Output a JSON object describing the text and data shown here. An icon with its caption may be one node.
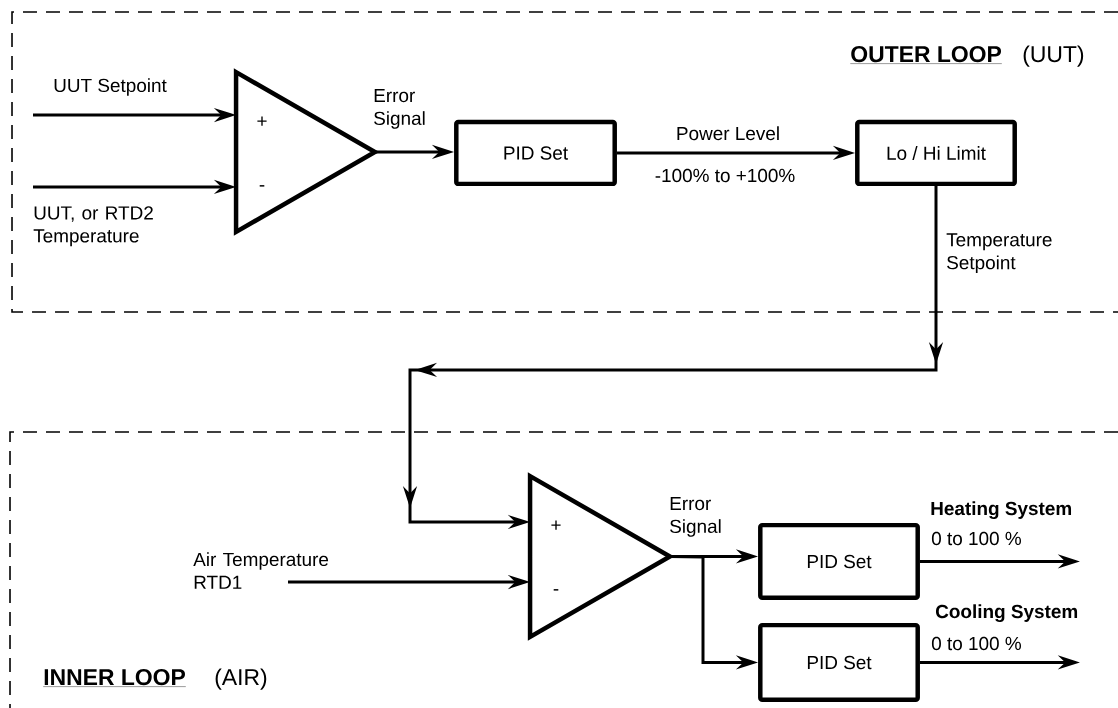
{
  "diagram": {
    "nodes": [
      {
        "text": [
          "OUTER LOOP",
          "(UUT)"
        ]
      },
      {
        "text": [
          "UUT Setpoint"
        ],
        "in": 0
      },
      {
        "text": [
          "UUT, or RTD2 Temperature"
        ],
        "in": 0
      },
      {
        "text": [
          "+",
          "-"
        ],
        "in": 0
      },
      {
        "text": [
          "PID Set"
        ],
        "in": 0
      },
      {
        "text": [
          "Lo / Hi Limit"
        ],
        "in": 0
      },
      {
        "text": [
          "INNER LOOP",
          "(AIR)"
        ]
      },
      {
        "text": [
          "Air Temperature RTD1"
        ],
        "in": 6
      },
      {
        "text": [
          "+",
          "-"
        ],
        "in": 6
      },
      {
        "text": [
          "PID Set"
        ],
        "in": 6
      },
      {
        "text": [
          "PID Set"
        ],
        "in": 6
      }
    ],
    "edges": [
      {
        "from": 1,
        "to": 3,
        "arrow": "to"
      },
      {
        "from": 2,
        "to": 3,
        "arrow": "to"
      },
      {
        "from": 3,
        "to": 4,
        "arrow": "to",
        "label": "Error Signal"
      },
      {
        "from": 4,
        "to": 5,
        "arrow": "to",
        "label": "Power Level"
      },
      {
        "from": 5,
        "to": 8,
        "arrow": "to",
        "label": "Temperature Setpoint"
      },
      {
        "from": 7,
        "to": 8,
        "arrow": "to"
      },
      {
        "from": 8,
        "to": 9,
        "arrow": "to",
        "label": "Error Signal"
      },
      {
        "from": 8,
        "to": 10,
        "arrow": "to"
      },
      {
        "from": 9,
        "to": null,
        "arrow": "to",
        "label": "0 to 100 %"
      },
      {
        "from": 10,
        "to": null,
        "arrow": "to",
        "label": "0 to 100 %"
      }
    ],
    "labels": [
      "-100% to +100%",
      "Heating System",
      "Cooling System"
    ]
  }
}
